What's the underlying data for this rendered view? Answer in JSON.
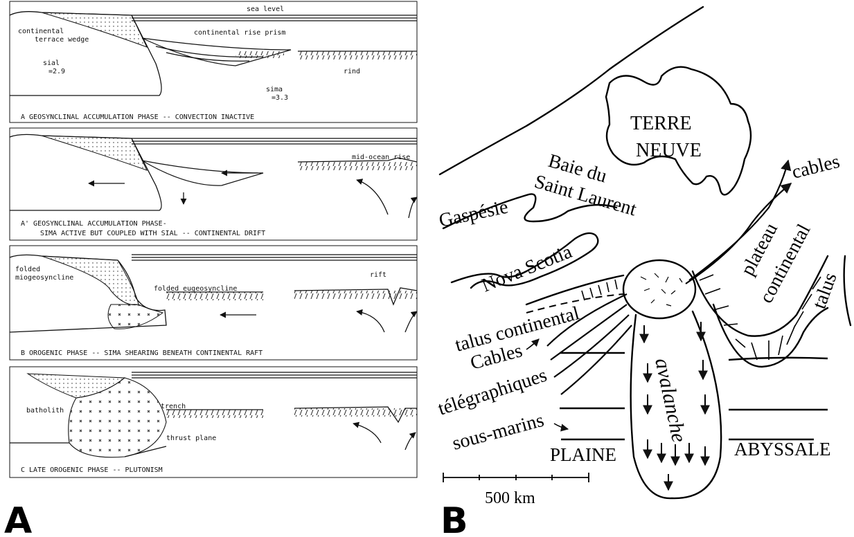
{
  "panel_a": {
    "letter": "A",
    "sections": [
      {
        "caption": "A    GEOSYNCLINAL ACCUMULATION PHASE -- CONVECTION INACTIVE",
        "labels": {
          "sea_level": "sea level",
          "continental_terrace_wedge_1": "continental",
          "continental_terrace_wedge_2": "terrace wedge",
          "continental_rise_prism": "continental rise prism",
          "sial": "sial",
          "sial_density": "=2.9",
          "sima": "sima",
          "sima_density": "=3.3",
          "rind": "rind"
        }
      },
      {
        "caption_line1": "A'   GEOSYNCLINAL ACCUMULATION PHASE-",
        "caption_line2": "SIMA ACTIVE BUT COUPLED WITH SIAL -- CONTINENTAL DRIFT",
        "labels": {
          "mid_ocean_rise": "mid-ocean rise"
        }
      },
      {
        "caption": "B    OROGENIC PHASE -- SIMA SHEARING BENEATH CONTINENTAL RAFT",
        "labels": {
          "folded_mio_1": "folded",
          "folded_mio_2": "miogeosyncline",
          "folded_eugeosyncline": "folded eugeosyncline",
          "rift": "rift"
        }
      },
      {
        "caption": "C    LATE OROGENIC PHASE -- PLUTONISM",
        "labels": {
          "batholith": "batholith",
          "trench": "trench",
          "thrust_plane": "thrust plane"
        }
      }
    ]
  },
  "panel_b": {
    "letter": "B",
    "labels": {
      "terre": "TERRE",
      "neuve": "NEUVE",
      "baie_du": "Baie du",
      "saint_laurent": "Saint Laurent",
      "gaspesie": "Gaspésie",
      "nova_scotia": "Nova Scotia",
      "cables_top": "cables",
      "plateau": "plateau",
      "continental_right": "continental",
      "talus_right": "talus",
      "talus_continental": "talus continental",
      "cables": "Cables",
      "telegraphiques": "télégraphiques",
      "sous_marins": "sous-marins",
      "avalanche": "avalanche",
      "plaine": "PLAINE",
      "abyssale": "ABYSSALE",
      "scale": "500 km"
    }
  }
}
